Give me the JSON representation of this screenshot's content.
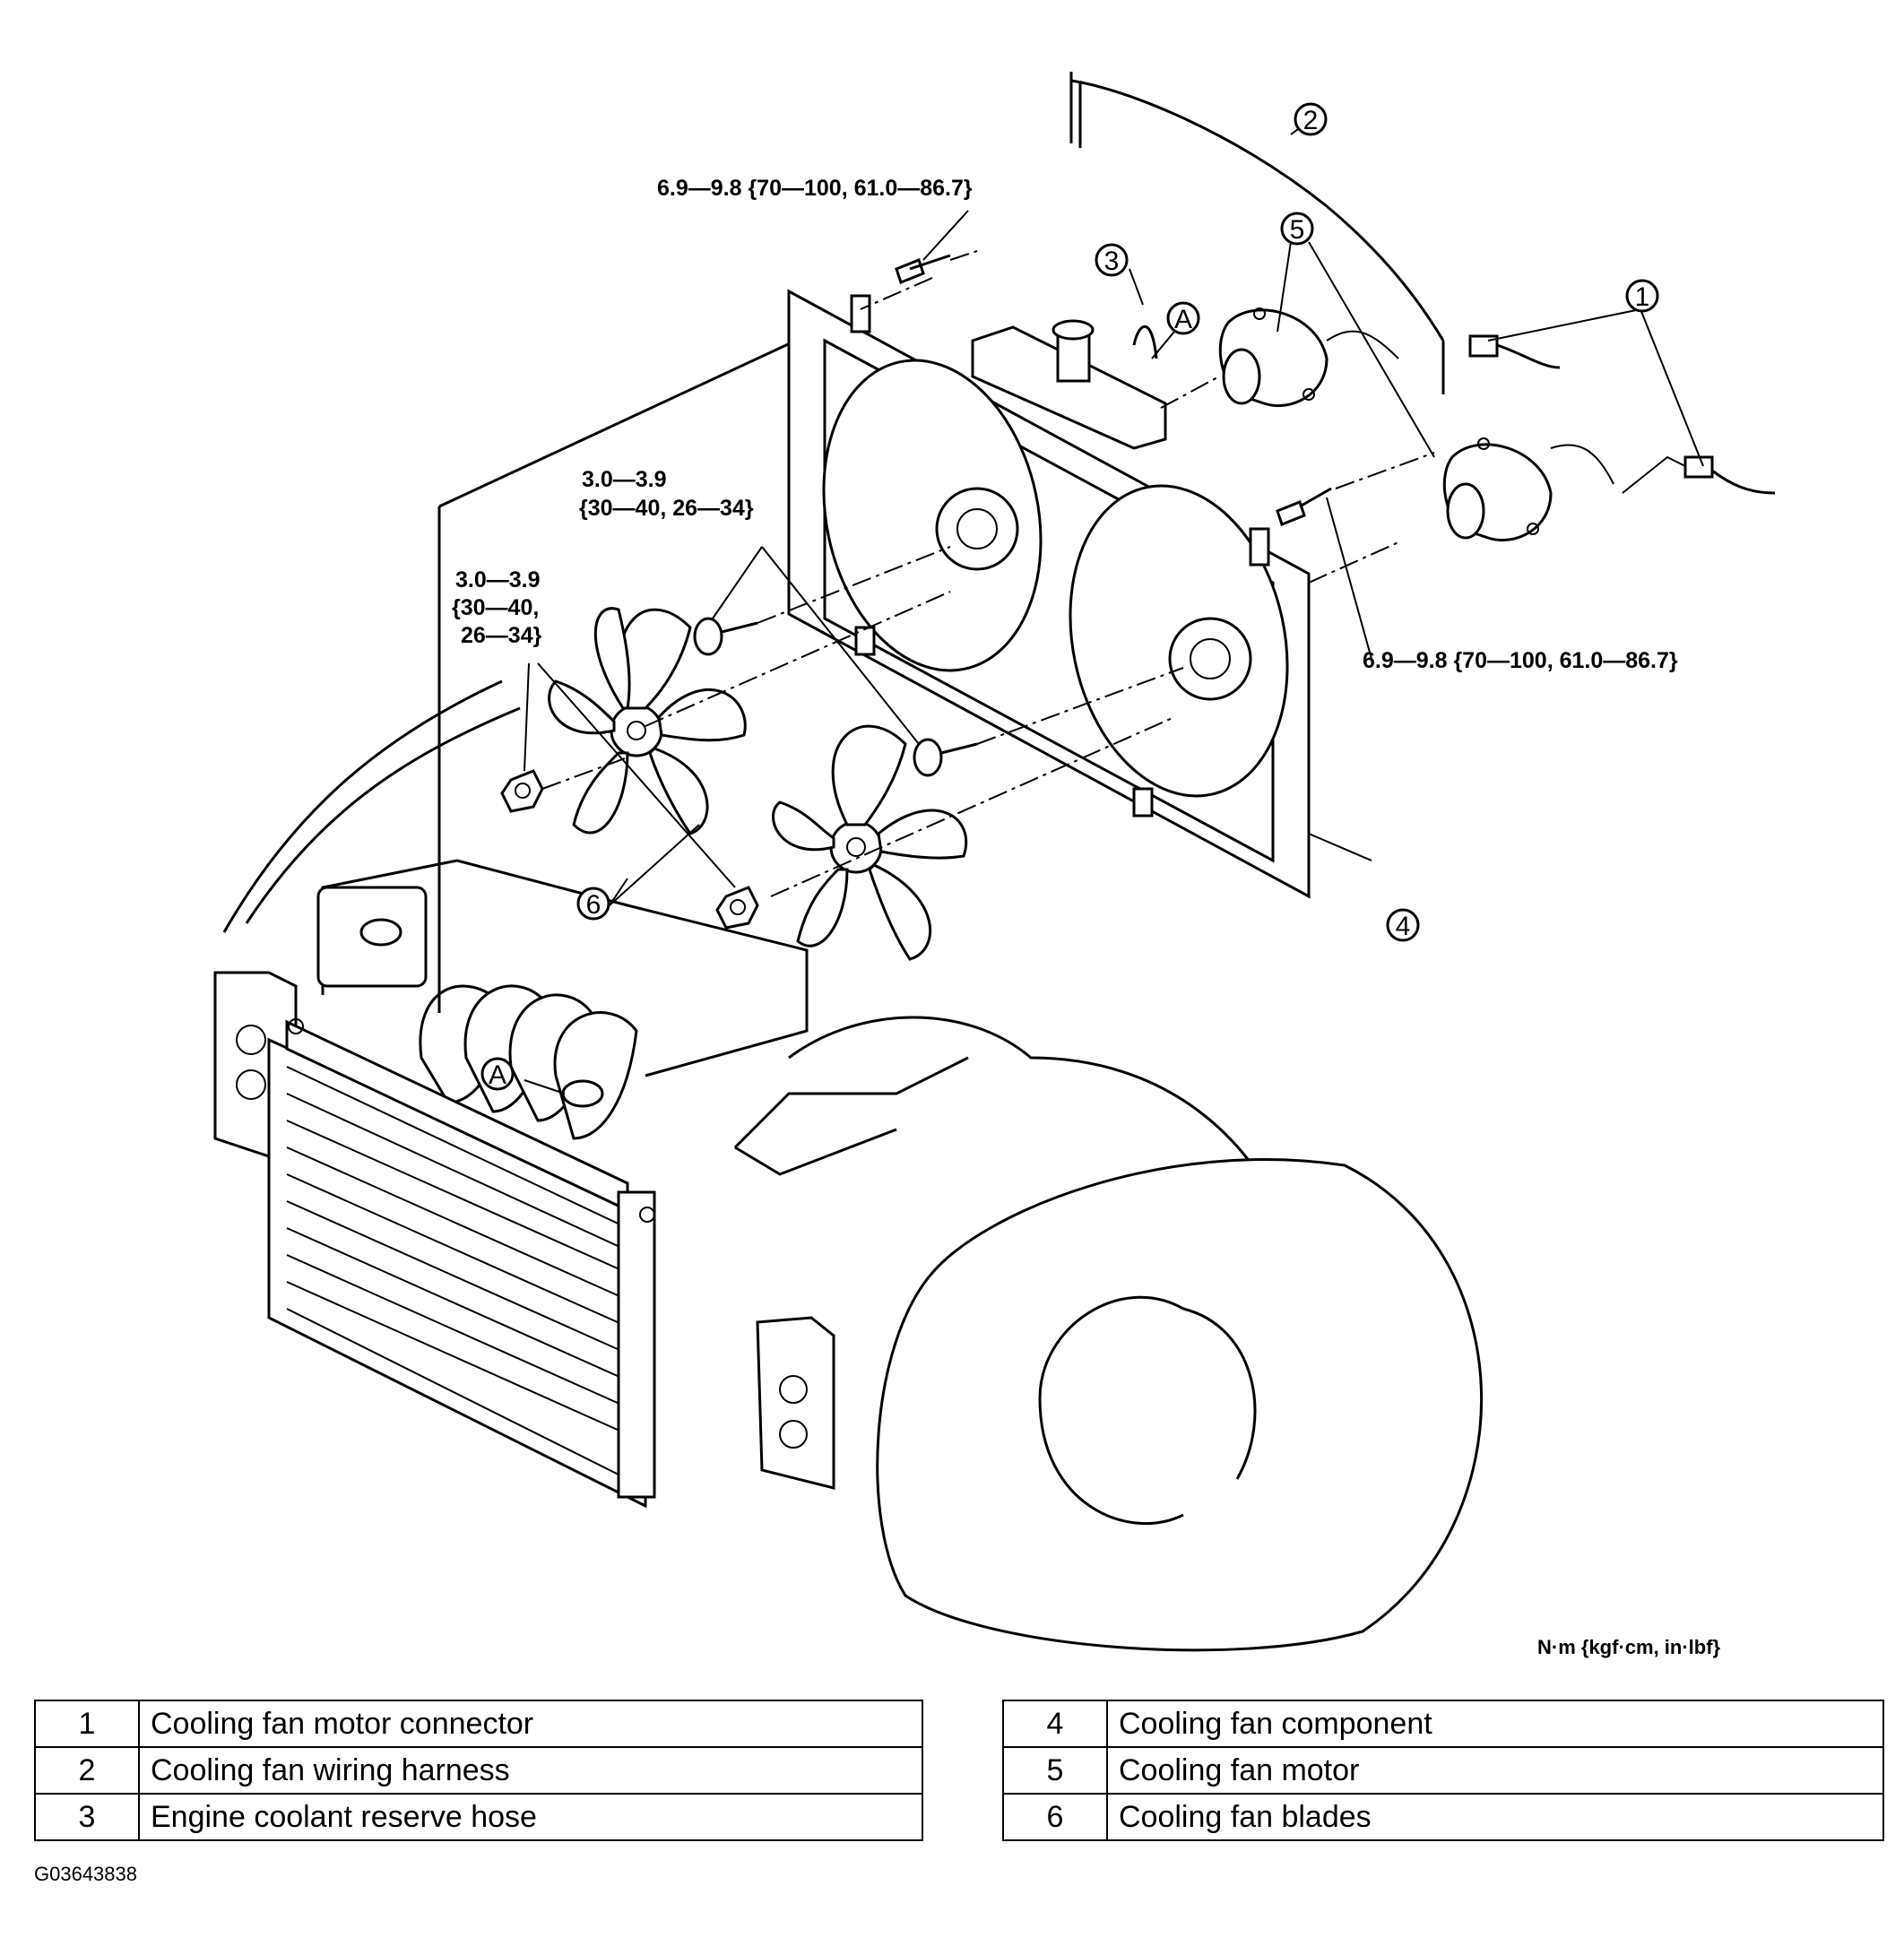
{
  "torque": {
    "top_bolt": "6.9—9.8 {70—100, 61.0—86.7}",
    "right_bolt": "6.9—9.8 {70—100, 61.0—86.7}",
    "center_bolt_line1": "3.0—3.9",
    "center_bolt_line2": "{30—40, 26—34}",
    "left_nut_line1": "3.0—3.9",
    "left_nut_line2": "{30—40,",
    "left_nut_line3": "26—34}"
  },
  "units": "N·m {kgf·cm, in·lbf}",
  "callouts": {
    "c1": "1",
    "c2": "2",
    "c3": "3",
    "c4": "4",
    "c5": "5",
    "c6": "6",
    "a_top": "A",
    "a_bottom": "A"
  },
  "legend_left": [
    {
      "num": "1",
      "label": "Cooling fan motor connector"
    },
    {
      "num": "2",
      "label": "Cooling fan wiring harness"
    },
    {
      "num": "3",
      "label": "Engine coolant reserve hose"
    }
  ],
  "legend_right": [
    {
      "num": "4",
      "label": "Cooling fan component"
    },
    {
      "num": "5",
      "label": "Cooling fan motor"
    },
    {
      "num": "6",
      "label": "Cooling fan blades"
    }
  ],
  "figure_id": "G03643838"
}
